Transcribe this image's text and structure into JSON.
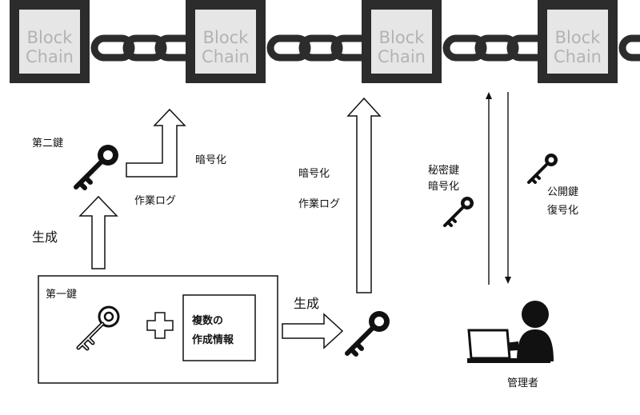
{
  "blocks": [
    {
      "line1": "Block",
      "line2": "Chain"
    },
    {
      "line1": "Block",
      "line2": "Chain"
    },
    {
      "line1": "Block",
      "line2": "Chain"
    },
    {
      "line1": "Block",
      "line2": "Chain"
    }
  ],
  "labels": {
    "second_key": "第二鍵",
    "encryption_1": "暗号化",
    "work_log_1": "作業ログ",
    "generate_1": "生成",
    "encryption_2": "暗号化",
    "work_log_2": "作業ログ",
    "secret_key": "秘密鍵",
    "encryption_3": "暗号化",
    "public_key": "公開鍵",
    "decryption": "復号化",
    "first_key": "第一鍵",
    "creation_info_line1": "複数の",
    "creation_info_line2": "作成情報",
    "generate_2": "生成",
    "administrator": "管理者"
  },
  "colors": {
    "block_fill": "#e6e6e6",
    "block_border": "#2c2c2c",
    "block_text": "#b3b3b3",
    "chain": "#2c2c2c",
    "ink": "#111111"
  }
}
